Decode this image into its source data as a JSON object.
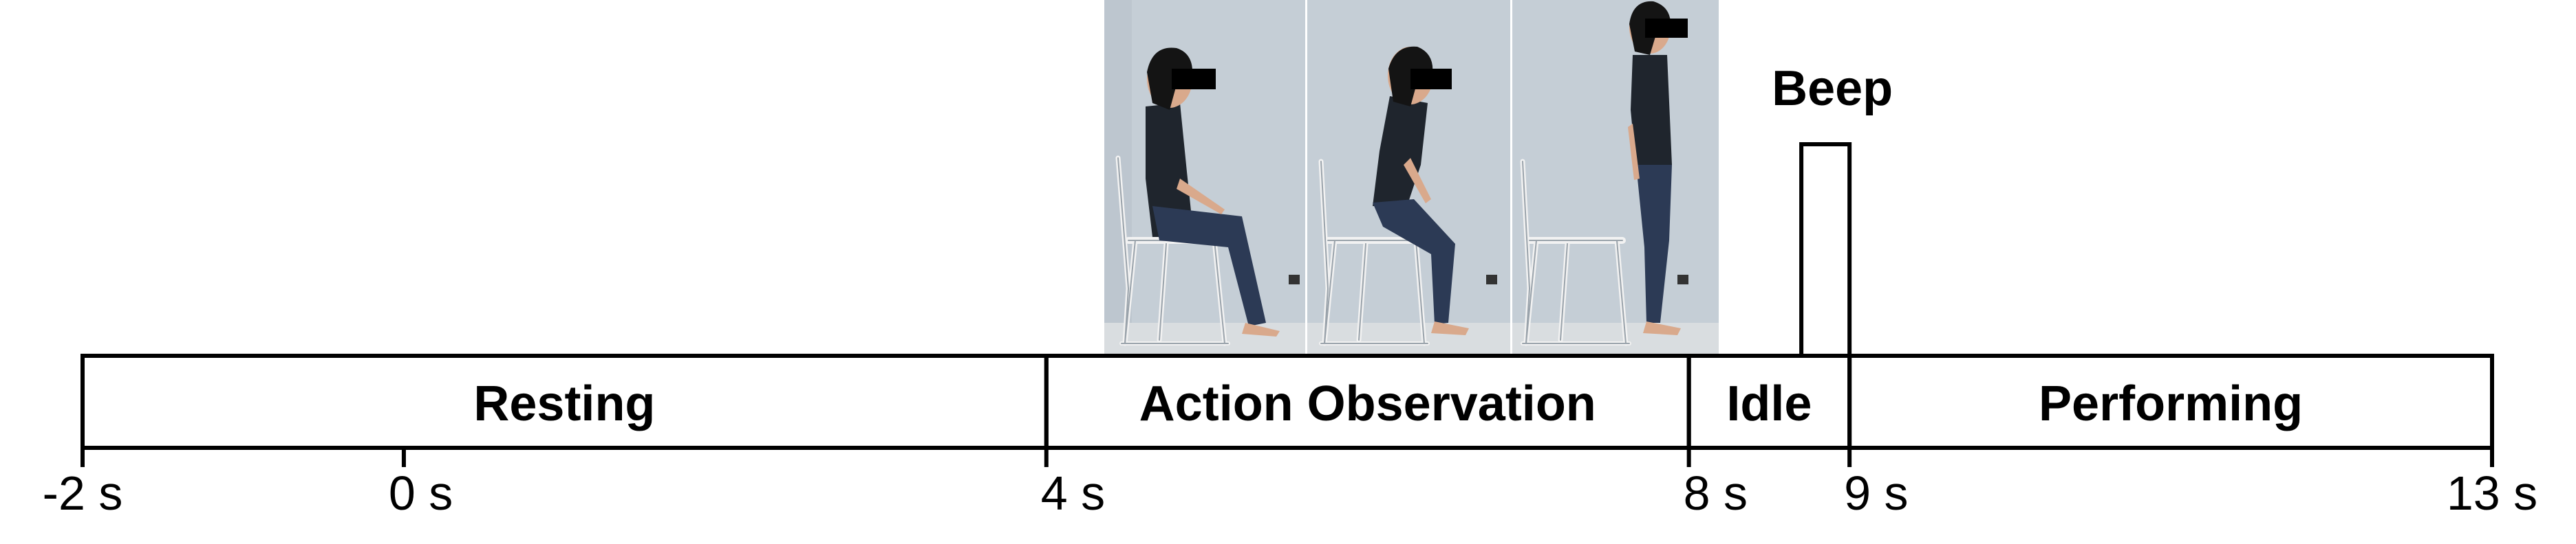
{
  "timeline": {
    "unit": "s",
    "phases": [
      {
        "id": "resting",
        "label": "Resting",
        "start": -2,
        "end": 4
      },
      {
        "id": "action-observation",
        "label": "Action Observation",
        "start": 4,
        "end": 8
      },
      {
        "id": "idle",
        "label": "Idle",
        "start": 8,
        "end": 9
      },
      {
        "id": "performing",
        "label": "Performing",
        "start": 9,
        "end": 13
      }
    ],
    "ticks": [
      {
        "value": -2,
        "label": "-2 s"
      },
      {
        "value": 0,
        "label": "0 s"
      },
      {
        "value": 4,
        "label": "4 s"
      },
      {
        "value": 8,
        "label": "8 s"
      },
      {
        "value": 9,
        "label": "9 s"
      },
      {
        "value": 13,
        "label": "13 s"
      }
    ],
    "beep": {
      "label": "Beep",
      "start": 8.7,
      "end": 9
    }
  },
  "photos": {
    "frames": [
      "sitting",
      "rising",
      "standing"
    ],
    "colors": {
      "wall": "#c5ced6",
      "wall_shadow": "#aeb8c2",
      "floor": "#d9dde0",
      "shirt": "#1f252d",
      "jeans": "#2c3a55",
      "hair": "#141414",
      "skin": "#d9a98c",
      "chair": "#f2f2f2",
      "censor": "#000000"
    }
  }
}
